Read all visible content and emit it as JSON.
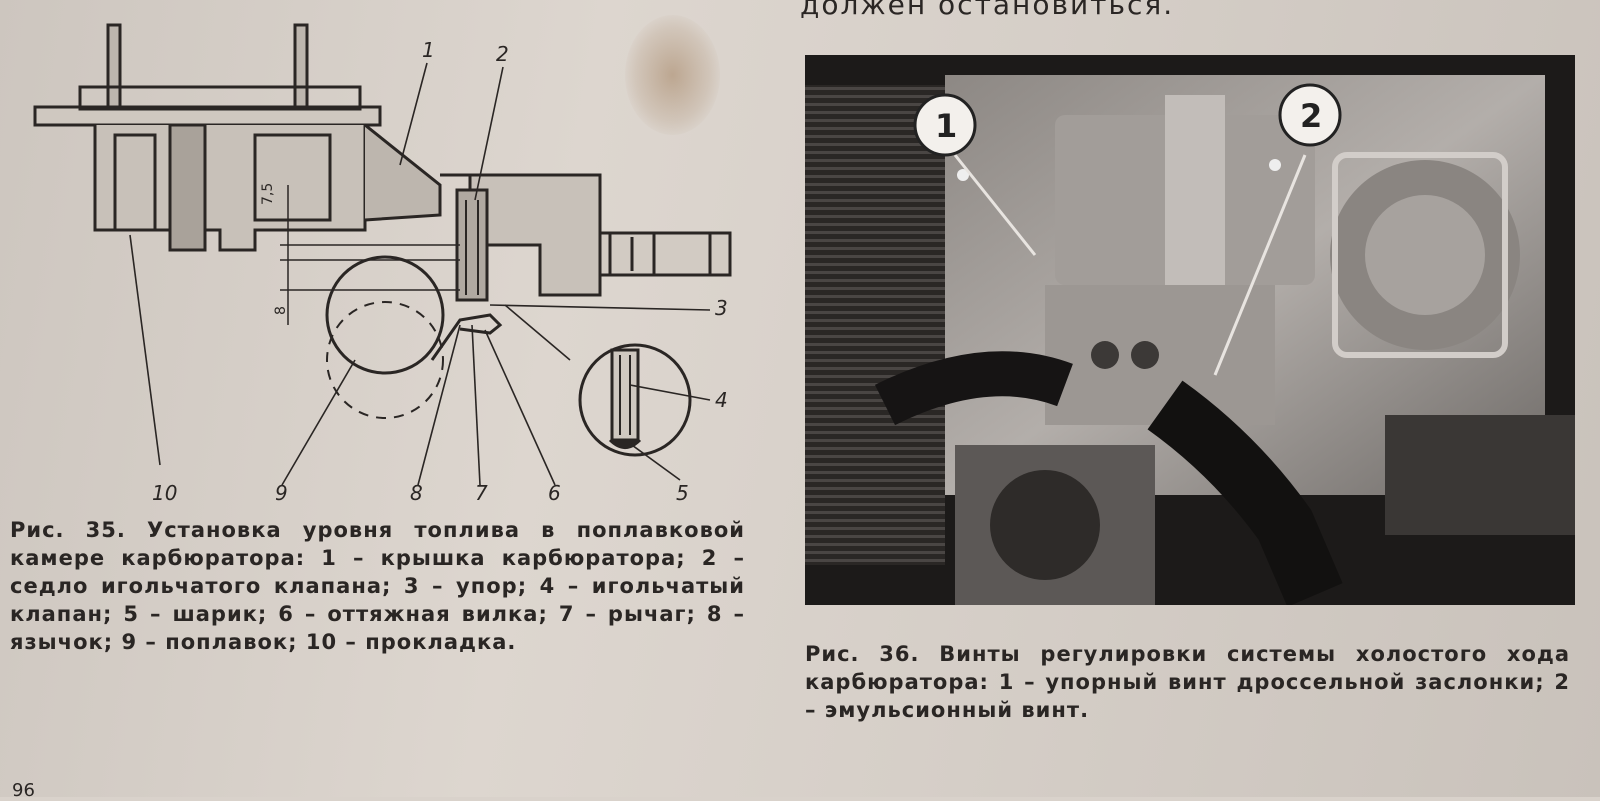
{
  "header": {
    "top_text": "должен остановиться."
  },
  "figure35": {
    "dimensions": [
      "7,5",
      "8"
    ],
    "callouts": [
      "1",
      "2",
      "3",
      "4",
      "5",
      "6",
      "7",
      "8",
      "9",
      "10"
    ],
    "caption": "Рис. 35. Установка уровня топлива в поплавковой камере карбюратора: 1 – крышка карбюратора; 2 – седло игольчатого клапана; 3 – упор; 4 – игольчатый клапан; 5 – шарик; 6 – оттяжная вилка; 7 – рычаг; 8 – язычок; 9 – поплавок; 10 – прокладка."
  },
  "figure36": {
    "callouts": [
      "1",
      "2"
    ],
    "caption": "Рис. 36. Винты регулировки системы холостого хода карбюратора: 1 – упорный винт дроссельной заслонки; 2 – эмульсионный винт."
  },
  "footer": {
    "page_number": "96"
  },
  "colors": {
    "paper": "#d9d2cb",
    "ink": "#2a2624",
    "photo_dark": "#1c1a19",
    "photo_light": "#9a9591"
  }
}
